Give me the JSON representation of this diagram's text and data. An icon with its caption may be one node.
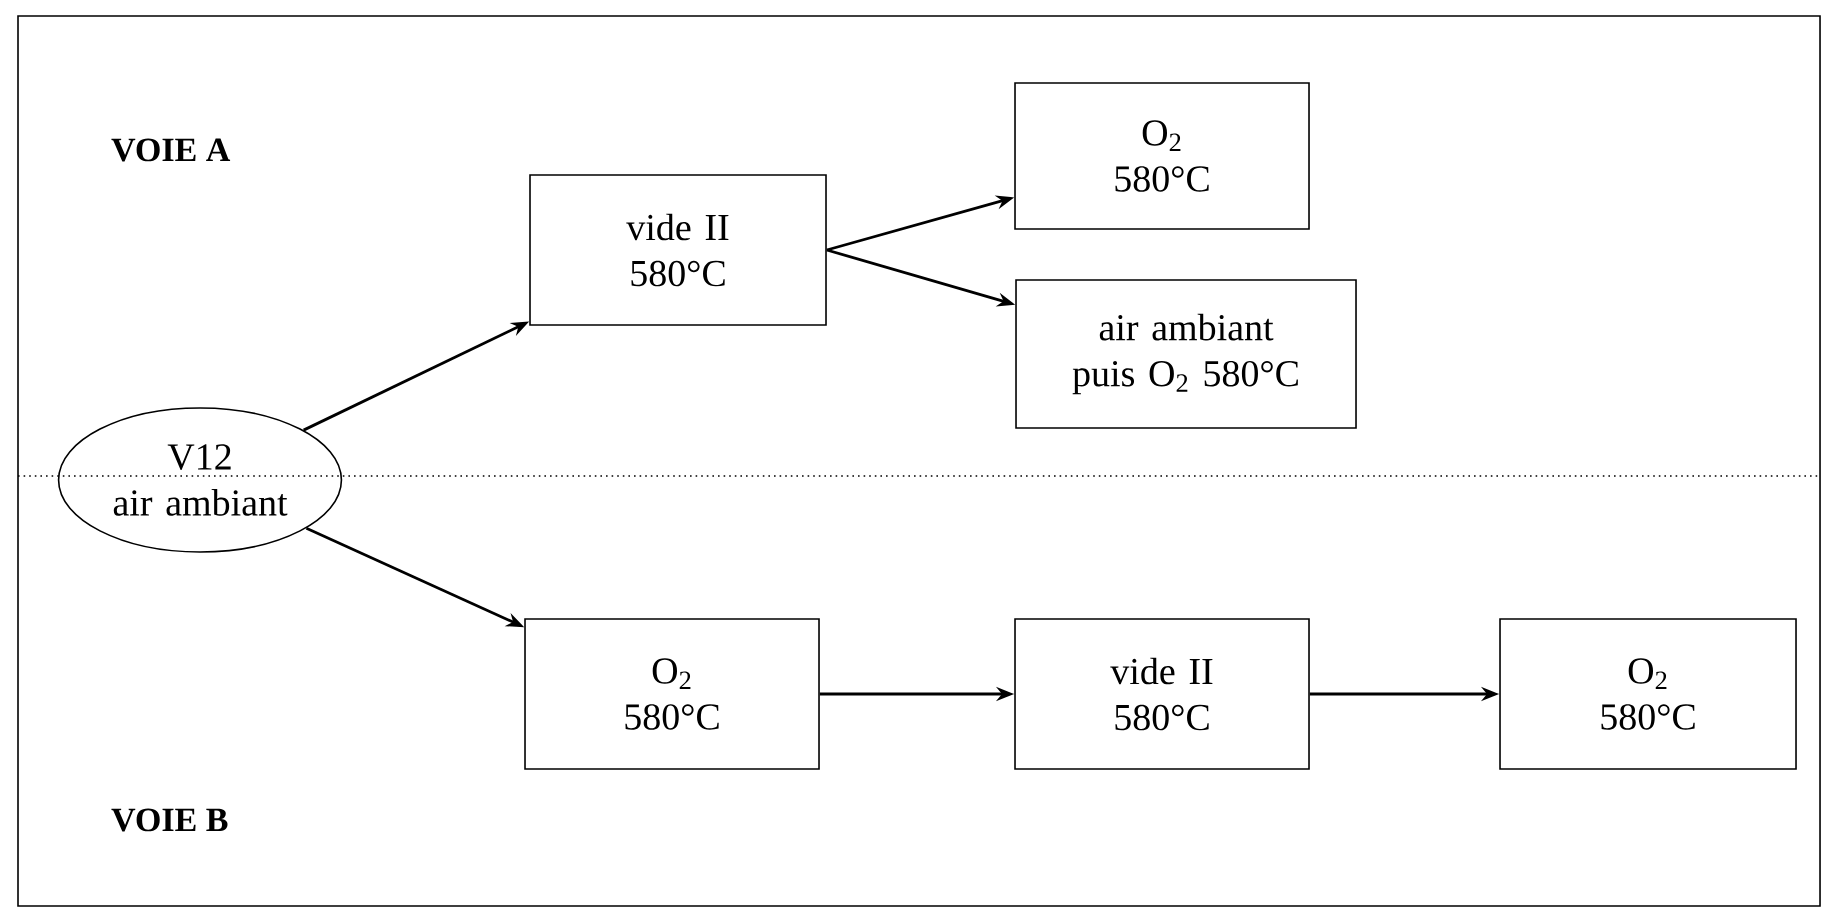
{
  "diagram": {
    "nodes": [
      {
        "text": [
          "V12",
          "air ambiant"
        ]
      },
      {
        "text": [
          "vide II 580°C"
        ]
      },
      {
        "text": [
          "O$_{2}$ 580°C"
        ]
      },
      {
        "text": [
          "air ambiant puis O$_{2}$ 580°C"
        ]
      },
      {
        "text": [
          "O$_{2}$ 580°C"
        ]
      },
      {
        "text": [
          "vide II 580°C"
        ]
      },
      {
        "text": [
          "O$_{2}$ 580°C"
        ]
      }
    ],
    "edges": [
      {
        "from": 0,
        "to": 1,
        "arrow": "to"
      },
      {
        "from": 1,
        "to": 2,
        "arrow": "to"
      },
      {
        "from": 1,
        "to": 3,
        "arrow": "to"
      },
      {
        "from": 0,
        "to": 4,
        "arrow": "to"
      },
      {
        "from": 4,
        "to": 5,
        "arrow": "to"
      },
      {
        "from": 5,
        "to": 6,
        "arrow": "to"
      }
    ],
    "labels": [
      "VOIE A",
      "VOIE B"
    ]
  }
}
